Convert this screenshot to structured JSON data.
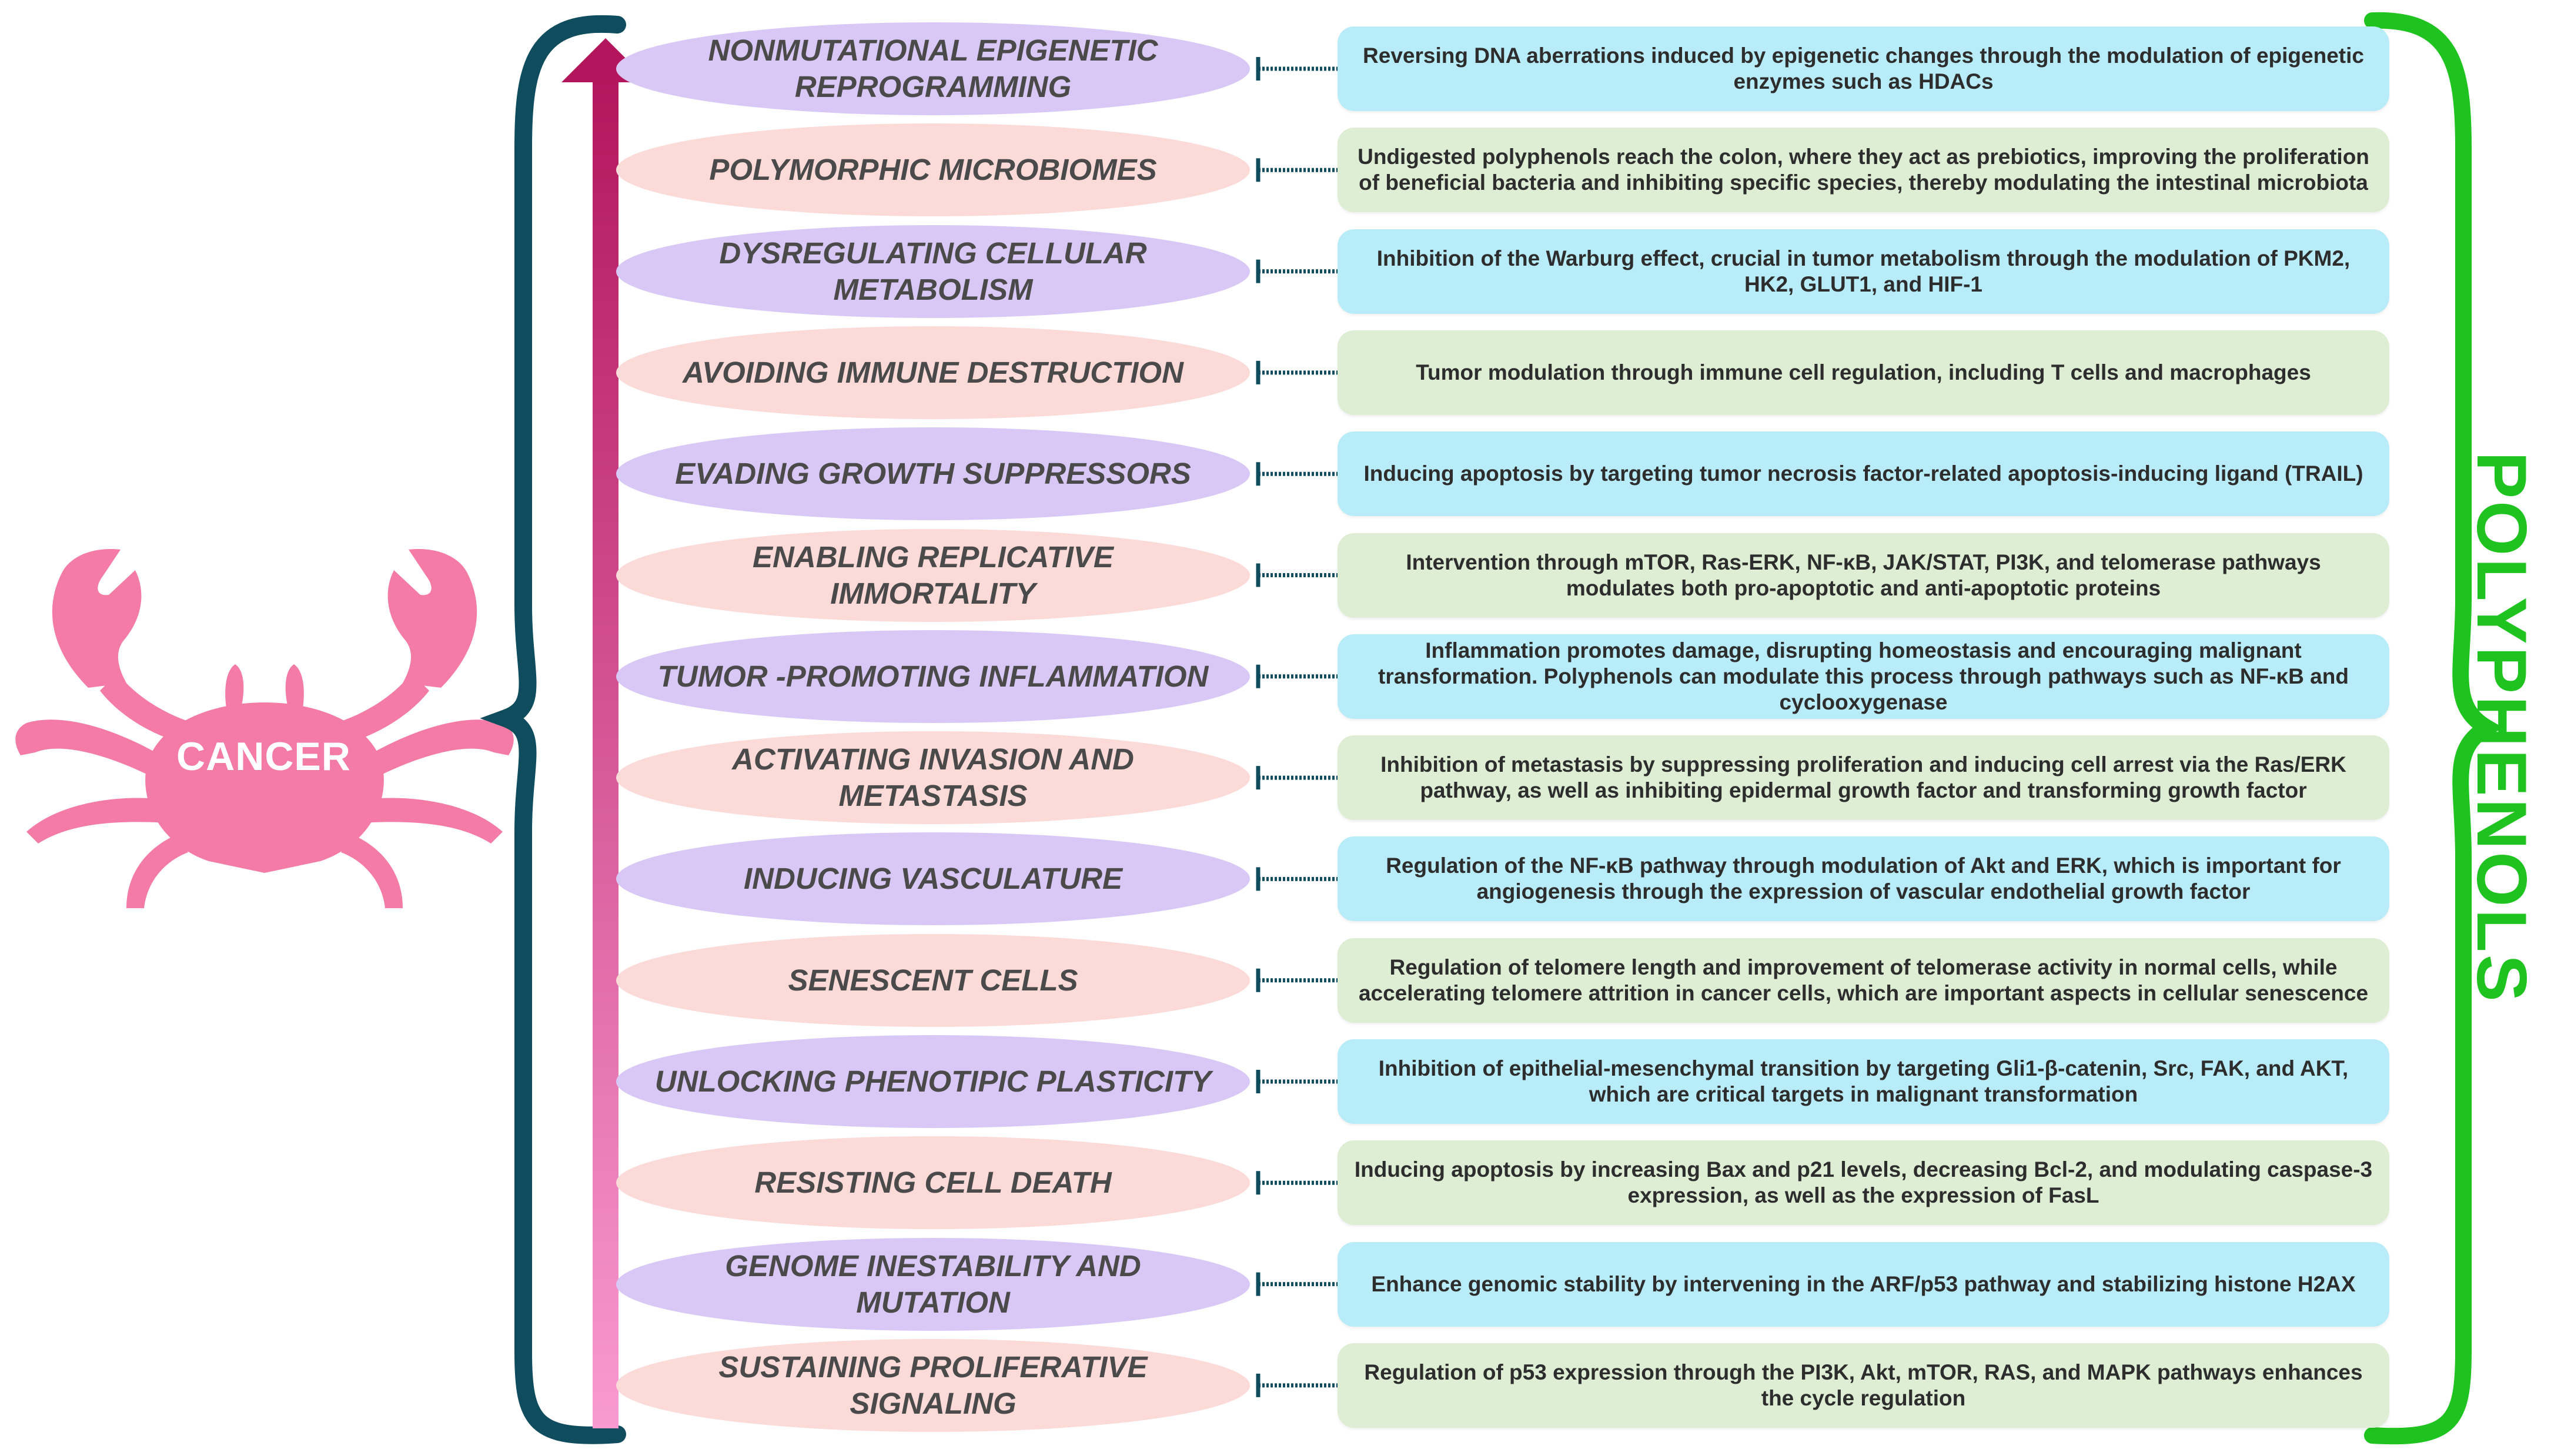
{
  "side_label": "POLYPHENOLS",
  "cancer_label": "CANCER",
  "colors": {
    "purple_fill": "#d9c8f6",
    "pink_fill": "#fbdad8",
    "blue_fill": "#b9ecf9",
    "green_fill": "#ddeed5",
    "crab": "#f47ba6",
    "left_brace": "#0f4d5e",
    "right_brace": "#1fc31f",
    "arrow_top": "#b3165c",
    "arrow_bottom": "#f99ad2",
    "connector": "#0f4d5e",
    "hallmark_text": "#4a4a4a",
    "mechanism_text": "#2d2d2d"
  },
  "icons": {
    "crab": "crab-icon",
    "arrow": "up-arrow-icon"
  },
  "rows": [
    {
      "hallmark": "NONMUTATIONAL EPIGENETIC REPROGRAMMING",
      "hallmark_color": "purple",
      "mechanism": "Reversing DNA aberrations induced by epigenetic changes through the modulation of epigenetic enzymes such as HDACs",
      "mechanism_color": "blue"
    },
    {
      "hallmark": "POLYMORPHIC MICROBIOMES",
      "hallmark_color": "pink",
      "mechanism": "Undigested polyphenols reach the colon, where they act as prebiotics, improving the proliferation of beneficial bacteria and inhibiting specific species, thereby modulating the intestinal microbiota",
      "mechanism_color": "green"
    },
    {
      "hallmark": "DYSREGULATING CELLULAR METABOLISM",
      "hallmark_color": "purple",
      "mechanism": "Inhibition of the Warburg effect, crucial in tumor metabolism through the modulation of PKM2, HK2, GLUT1, and HIF-1",
      "mechanism_color": "blue"
    },
    {
      "hallmark": "AVOIDING IMMUNE DESTRUCTION",
      "hallmark_color": "pink",
      "mechanism": "Tumor modulation through immune cell regulation, including T cells and macrophages",
      "mechanism_color": "green"
    },
    {
      "hallmark": "EVADING GROWTH SUPPRESSORS",
      "hallmark_color": "purple",
      "mechanism": "Inducing apoptosis by targeting tumor necrosis factor-related apoptosis-inducing ligand (TRAIL)",
      "mechanism_color": "blue"
    },
    {
      "hallmark": "ENABLING REPLICATIVE IMMORTALITY",
      "hallmark_color": "pink",
      "mechanism": "Intervention through mTOR, Ras-ERK, NF-κB, JAK/STAT, PI3K, and telomerase pathways modulates both pro-apoptotic and anti-apoptotic proteins",
      "mechanism_color": "green"
    },
    {
      "hallmark": "TUMOR -PROMOTING INFLAMMATION",
      "hallmark_color": "purple",
      "mechanism": "Inflammation promotes damage, disrupting homeostasis and encouraging malignant transformation. Polyphenols can modulate this process through pathways such as NF-κB and cyclooxygenase",
      "mechanism_color": "blue"
    },
    {
      "hallmark": "ACTIVATING INVASION AND METASTASIS",
      "hallmark_color": "pink",
      "mechanism": "Inhibition of metastasis by suppressing proliferation and inducing cell arrest via the Ras/ERK pathway, as well as inhibiting epidermal growth factor and transforming growth factor",
      "mechanism_color": "green"
    },
    {
      "hallmark": "INDUCING VASCULATURE",
      "hallmark_color": "purple",
      "mechanism": "Regulation of the NF-κB pathway through modulation of Akt and ERK, which is important for angiogenesis through the expression of vascular endothelial growth factor",
      "mechanism_color": "blue"
    },
    {
      "hallmark": "SENESCENT CELLS",
      "hallmark_color": "pink",
      "mechanism": "Regulation of telomere length and improvement of telomerase activity in normal cells, while accelerating telomere attrition in cancer cells, which are important aspects in cellular senescence",
      "mechanism_color": "green"
    },
    {
      "hallmark": "UNLOCKING PHENOTIPIC PLASTICITY",
      "hallmark_color": "purple",
      "mechanism": "Inhibition of epithelial-mesenchymal transition by targeting Gli1-β-catenin, Src, FAK, and AKT, which are critical targets in malignant transformation",
      "mechanism_color": "blue"
    },
    {
      "hallmark": "RESISTING CELL DEATH",
      "hallmark_color": "pink",
      "mechanism": "Inducing apoptosis by increasing Bax and p21 levels, decreasing Bcl-2, and modulating caspase-3 expression, as well as the expression of FasL",
      "mechanism_color": "green"
    },
    {
      "hallmark": "GENOME INESTABILITY AND MUTATION",
      "hallmark_color": "purple",
      "mechanism": "Enhance genomic stability by intervening in the ARF/p53 pathway and stabilizing histone H2AX",
      "mechanism_color": "blue"
    },
    {
      "hallmark": "SUSTAINING PROLIFERATIVE SIGNALING",
      "hallmark_color": "pink",
      "mechanism": "Regulation of p53 expression through the PI3K, Akt, mTOR, RAS, and MAPK pathways enhances the cycle regulation",
      "mechanism_color": "green"
    }
  ]
}
